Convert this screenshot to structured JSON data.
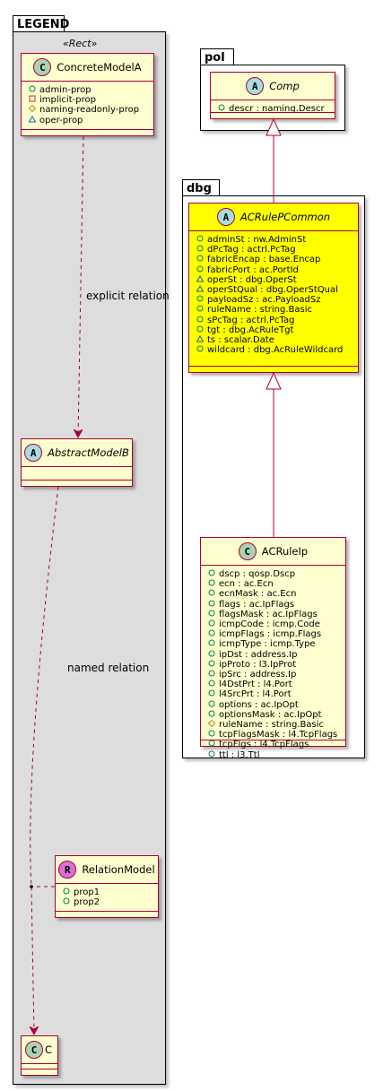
{
  "legend": {
    "package_name": "LEGEND",
    "stereotype": "«Rect»",
    "concrete_model": {
      "name": "ConcreteModelA",
      "attributes": [
        {
          "vis": "circle",
          "text": "admin-prop"
        },
        {
          "vis": "square",
          "text": "implicit-prop"
        },
        {
          "vis": "diamond",
          "text": "naming-readonly-prop"
        },
        {
          "vis": "triangle",
          "text": "oper-prop"
        }
      ]
    },
    "abstract_model": {
      "name": "AbstractModelB"
    },
    "relation_model": {
      "name": "RelationModel",
      "attributes": [
        {
          "vis": "circle",
          "text": "prop1"
        },
        {
          "vis": "circle",
          "text": "prop2"
        }
      ]
    },
    "target_class": {
      "name": "C"
    },
    "explicit_relation_label": "explicit relation",
    "named_relation_label": "named relation"
  },
  "pol": {
    "package_name": "pol",
    "comp": {
      "name": "Comp",
      "attributes": [
        {
          "vis": "circle",
          "text": "descr : naming.Descr"
        }
      ]
    }
  },
  "dbg": {
    "package_name": "dbg",
    "ac_rule_p_common": {
      "name": "ACRulePCommon",
      "attributes": [
        {
          "vis": "circle",
          "text": "adminSt : nw.AdminSt"
        },
        {
          "vis": "circle",
          "text": "dPcTag : actrl.PcTag"
        },
        {
          "vis": "circle",
          "text": "fabricEncap : base.Encap"
        },
        {
          "vis": "circle",
          "text": "fabricPort : ac.PortId"
        },
        {
          "vis": "triangle",
          "text": "operSt : dbg.OperSt"
        },
        {
          "vis": "triangle",
          "text": "operStQual : dbg.OperStQual"
        },
        {
          "vis": "circle",
          "text": "payloadSz : ac.PayloadSz"
        },
        {
          "vis": "circle",
          "text": "ruleName : string.Basic"
        },
        {
          "vis": "circle",
          "text": "sPcTag : actrl.PcTag"
        },
        {
          "vis": "circle",
          "text": "tgt : dbg.AcRuleTgt"
        },
        {
          "vis": "triangle",
          "text": "ts : scalar.Date"
        },
        {
          "vis": "circle",
          "text": "wildcard : dbg.AcRuleWildcard"
        }
      ]
    },
    "ac_rule_ip": {
      "name": "ACRuleIp",
      "attributes": [
        {
          "vis": "circle",
          "text": "dscp : qosp.Dscp"
        },
        {
          "vis": "circle",
          "text": "ecn : ac.Ecn"
        },
        {
          "vis": "circle",
          "text": "ecnMask : ac.Ecn"
        },
        {
          "vis": "circle",
          "text": "flags : ac.IpFlags"
        },
        {
          "vis": "circle",
          "text": "flagsMask : ac.IpFlags"
        },
        {
          "vis": "circle",
          "text": "icmpCode : icmp.Code"
        },
        {
          "vis": "circle",
          "text": "icmpFlags : icmp.Flags"
        },
        {
          "vis": "circle",
          "text": "icmpType : icmp.Type"
        },
        {
          "vis": "circle",
          "text": "ipDst : address.Ip"
        },
        {
          "vis": "circle",
          "text": "ipProto : l3.IpProt"
        },
        {
          "vis": "circle",
          "text": "ipSrc : address.Ip"
        },
        {
          "vis": "circle",
          "text": "l4DstPrt : l4.Port"
        },
        {
          "vis": "circle",
          "text": "l4SrcPrt : l4.Port"
        },
        {
          "vis": "circle",
          "text": "options : ac.IpOpt"
        },
        {
          "vis": "circle",
          "text": "optionsMask : ac.IpOpt"
        },
        {
          "vis": "diamond",
          "text": "ruleName : string.Basic"
        },
        {
          "vis": "circle",
          "text": "tcpFlagsMask : l4.TcpFlags"
        },
        {
          "vis": "circle",
          "text": "tcpFlgs : l4.TcpFlags"
        },
        {
          "vis": "circle",
          "text": "ttl : l3.Ttl"
        }
      ]
    }
  },
  "colors": {
    "class_fill": "#fefece",
    "highlight_fill": "#ffff00",
    "border": "#a80036",
    "legend_fill": "#dddddd"
  }
}
